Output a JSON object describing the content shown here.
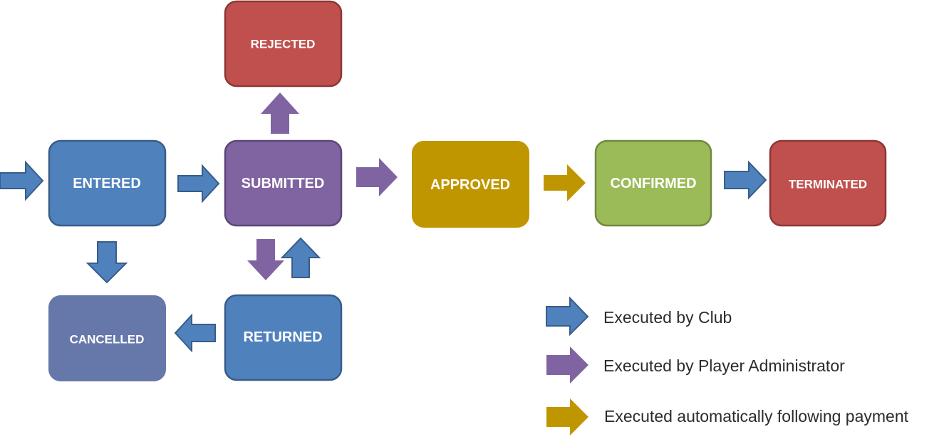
{
  "states": {
    "rejected": "REJECTED",
    "entered": "ENTERED",
    "submitted": "SUBMITTED",
    "approved": "APPROVED",
    "confirmed": "CONFIRMED",
    "terminated": "TERMINATED",
    "cancelled": "CANCELLED",
    "returned": "RETURNED"
  },
  "legend": {
    "club": "Executed by Club",
    "admin": "Executed by Player Administrator",
    "auto": "Executed automatically following payment"
  },
  "colors": {
    "blue": "#4f81bd",
    "purple": "#8064a2",
    "red": "#c0504d",
    "gold": "#c09600",
    "green": "#9bbb59",
    "slate": "#6677aa"
  }
}
